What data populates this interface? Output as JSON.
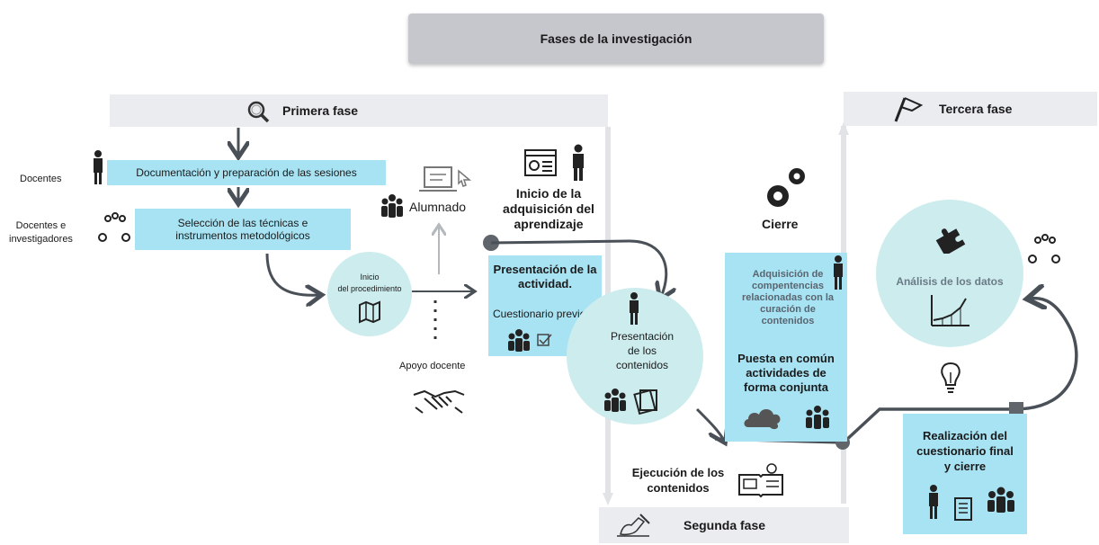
{
  "title": "Fases de la investigación",
  "phases": {
    "first": "Primera fase",
    "second": "Segunda fase",
    "third": "Tercera fase"
  },
  "first_phase": {
    "docentes_label": "Docentes",
    "docentes_investigadores_label": "Docentes e\ninvestigadores",
    "step1": "Documentación y preparación de las sesiones",
    "step2": "Selección de las técnicas e\ninstrumentos metodológicos",
    "start_procedure": "Inicio\ndel procedimiento",
    "alumnado": "Alumnado",
    "apoyo_docente": "Apoyo docente"
  },
  "second_phase": {
    "inicio_heading": "Inicio de la\nadquisición del\naprendizaje",
    "presentacion_actividad": "Presentación de la\nactividad.",
    "cuestionario_previo": "Cuestionario previo",
    "presentacion_contenidos": "Presentación\nde los\ncontenidos",
    "ejecucion": "Ejecución de los\ncontenidos",
    "cierre": "Cierre",
    "adquisicion_competencias": "Adquisición de\ncompentencias\nrelacionadas con la\ncuración de\ncontenidos",
    "puesta_en_comun": "Puesta en común\nactividades de\nforma conjunta"
  },
  "third_phase": {
    "analisis": "Análisis de los datos",
    "realizacion": "Realización del\ncuestionario final\ny cierre"
  },
  "colors": {
    "cyan": "#a8e3f3",
    "circle": "#cdecee",
    "band": "#eaecf0",
    "arrow": "#4a5057"
  }
}
